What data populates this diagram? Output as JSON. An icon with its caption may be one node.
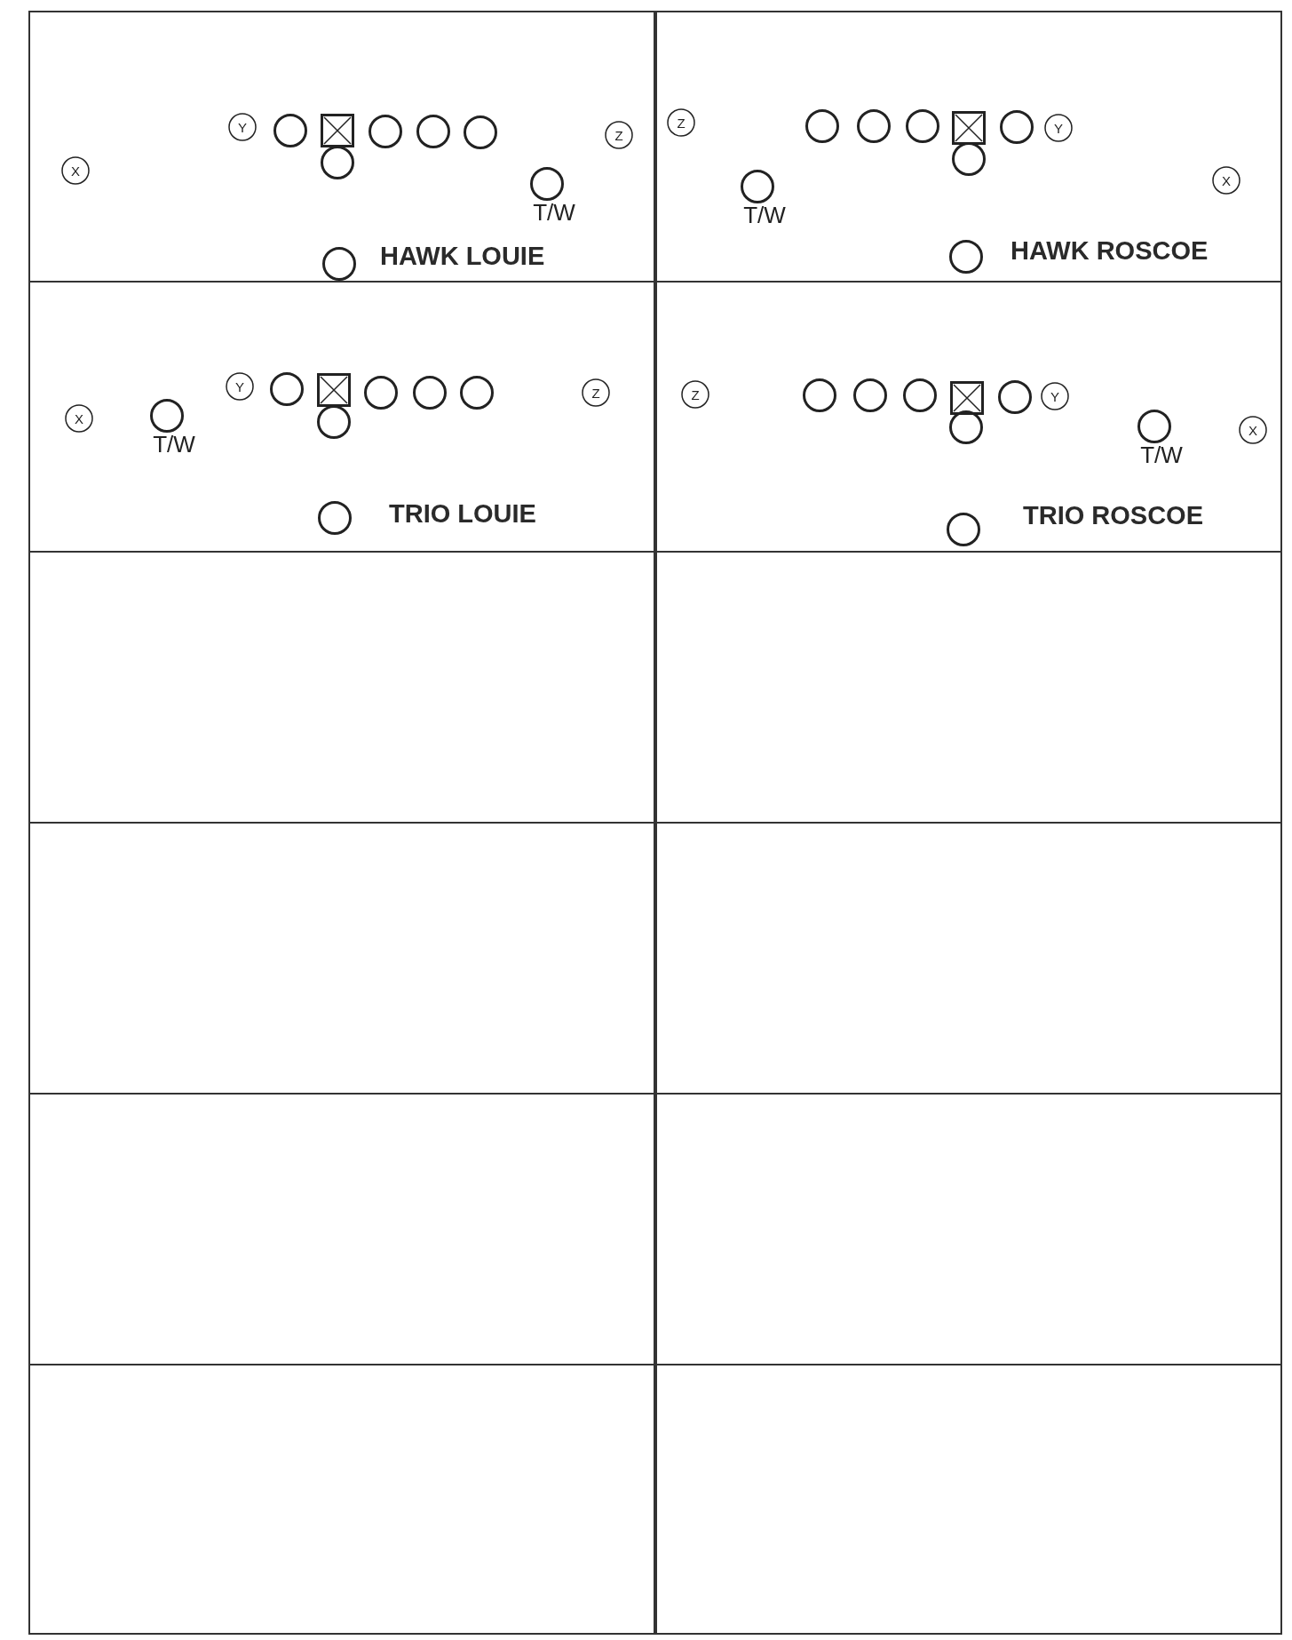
{
  "diagram": {
    "nodes": [
      {
        "text": [
          "HAWK LOUIE"
        ]
      },
      {
        "text": [
          "X"
        ],
        "in": 0
      },
      {
        "text": [
          "Y"
        ],
        "in": 0
      },
      {
        "text": [],
        "shape": "circle",
        "in": 0
      },
      {
        "text": [],
        "shape": "box",
        "in": 0
      },
      {
        "text": [],
        "shape": "circle",
        "in": 0
      },
      {
        "text": [],
        "shape": "circle",
        "in": 0
      },
      {
        "text": [],
        "shape": "circle",
        "in": 0
      },
      {
        "text": [],
        "shape": "circle",
        "in": 0
      },
      {
        "text": [],
        "shape": "circle",
        "in": 0
      },
      {
        "text": [],
        "shape": "circle",
        "in": 0,
        "beside": [
          "T/W"
        ]
      },
      {
        "text": [
          "Z"
        ],
        "in": 0
      },
      {
        "text": [
          "HAWK ROSCOE"
        ]
      },
      {
        "text": [
          "Z"
        ],
        "in": 12
      },
      {
        "text": [],
        "shape": "circle",
        "in": 12,
        "beside": [
          "T/W"
        ]
      },
      {
        "text": [],
        "shape": "circle",
        "in": 12
      },
      {
        "text": [],
        "shape": "circle",
        "in": 12
      },
      {
        "text": [],
        "shape": "circle",
        "in": 12
      },
      {
        "text": [],
        "shape": "circle",
        "in": 12
      },
      {
        "text": [],
        "shape": "box",
        "in": 12
      },
      {
        "text": [],
        "shape": "circle",
        "in": 12
      },
      {
        "text": [],
        "shape": "circle",
        "in": 12
      },
      {
        "text": [
          "Y"
        ],
        "in": 12
      },
      {
        "text": [
          "X"
        ],
        "in": 12
      },
      {
        "text": [
          "TRIO LOUIE"
        ]
      },
      {
        "text": [
          "X"
        ],
        "in": 24
      },
      {
        "text": [],
        "shape": "circle",
        "in": 24,
        "beside": [
          "T/W"
        ]
      },
      {
        "text": [
          "Y"
        ],
        "in": 24
      },
      {
        "text": [],
        "shape": "circle",
        "in": 24
      },
      {
        "text": [],
        "shape": "box",
        "in": 24
      },
      {
        "text": [],
        "shape": "circle",
        "in": 24
      },
      {
        "text": [],
        "shape": "circle",
        "in": 24
      },
      {
        "text": [],
        "shape": "circle",
        "in": 24
      },
      {
        "text": [],
        "shape": "circle",
        "in": 24
      },
      {
        "text": [],
        "shape": "circle",
        "in": 24
      },
      {
        "text": [
          "Z"
        ],
        "in": 24
      },
      {
        "text": [
          "TRIO ROSCOE"
        ]
      },
      {
        "text": [
          "Z"
        ],
        "in": 36
      },
      {
        "text": [],
        "shape": "circle",
        "in": 36
      },
      {
        "text": [],
        "shape": "circle",
        "in": 36
      },
      {
        "text": [],
        "shape": "circle",
        "in": 36
      },
      {
        "text": [],
        "shape": "circle",
        "in": 36
      },
      {
        "text": [],
        "shape": "box",
        "in": 36
      },
      {
        "text": [],
        "shape": "circle",
        "in": 36
      },
      {
        "text": [],
        "shape": "circle",
        "in": 36
      },
      {
        "text": [
          "Y"
        ],
        "in": 36
      },
      {
        "text": [],
        "shape": "circle",
        "in": 36,
        "beside": [
          "T/W"
        ]
      },
      {
        "text": [
          "X"
        ],
        "in": 36
      },
      {
        "text": [],
        "shape": "box"
      },
      {
        "text": [],
        "shape": "box"
      },
      {
        "text": [],
        "shape": "box"
      },
      {
        "text": [],
        "shape": "box"
      },
      {
        "text": [],
        "shape": "box"
      },
      {
        "text": [],
        "shape": "box"
      },
      {
        "text": [],
        "shape": "box"
      },
      {
        "text": [],
        "shape": "box"
      }
    ]
  }
}
